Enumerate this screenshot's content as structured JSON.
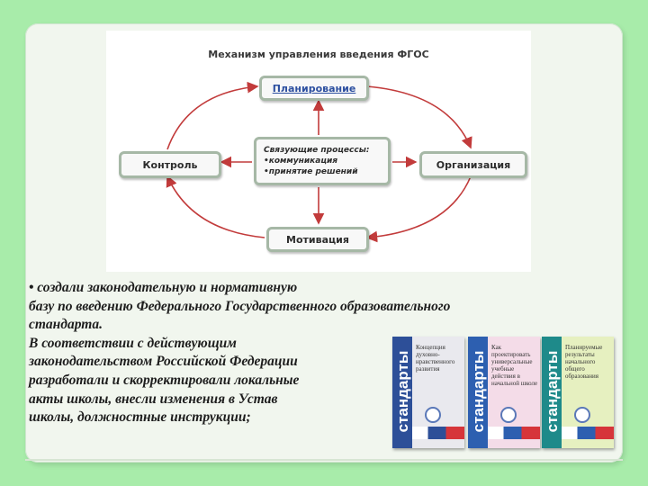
{
  "diagram": {
    "title": "Механизм управления введения ФГОС",
    "nodes": {
      "top": "Планирование",
      "left": "Контроль",
      "right": "Организация",
      "bottom": "Мотивация",
      "center": {
        "line1": "Связующие процессы:",
        "line2": "•коммуникация",
        "line3": "•принятие решений"
      }
    }
  },
  "body_text": {
    "line1": "• создали законодательную и нормативную",
    "line2": " базу по введению Федерального Государственного образовательного",
    "line3": "стандарта.",
    "line4": "В соответствии с действующим",
    "line5": "законодательством Российской Федерации",
    "line6": "разработали и скорректировали локальные",
    "line7": "акты школы, внесли изменения в Устав",
    "line8": "школы, должностные инструкции;"
  },
  "books": [
    {
      "spine": "стандарты",
      "cover": "Концепция духовно-нравственного развития"
    },
    {
      "spine": "стандарты",
      "cover": "Как проектировать универсальные учебные действия в начальной школе"
    },
    {
      "spine": "стандарты",
      "cover": "Планируемые результаты начального общего образования"
    }
  ],
  "colors": {
    "background": "#a8ecaa",
    "panel": "#f1f6ee",
    "arrow": "#c23b3b",
    "node_border": "#a6b8a6"
  }
}
